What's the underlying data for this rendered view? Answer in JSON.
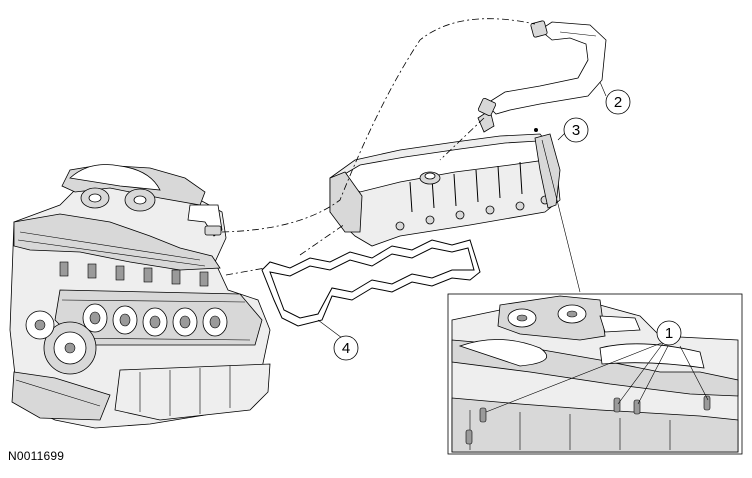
{
  "figure": {
    "id": "N0011699"
  },
  "callouts": [
    {
      "number": "1"
    },
    {
      "number": "2"
    },
    {
      "number": "3"
    },
    {
      "number": "4"
    }
  ]
}
